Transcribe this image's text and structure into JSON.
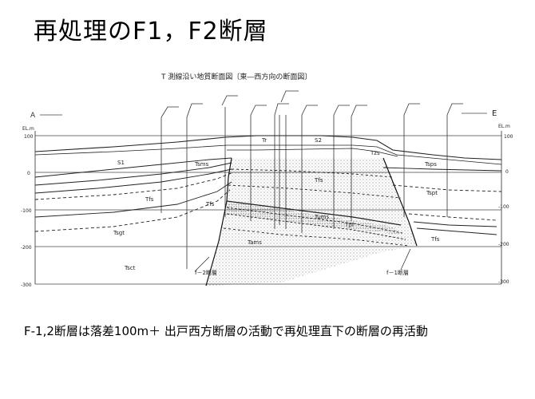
{
  "slide": {
    "title": "再処理のF1，F2断層",
    "caption": "F-1,2断層は落差100m＋  出戸西方断層の活動で再処理直下の断層の再活動"
  },
  "section": {
    "heading": "T 測線沿い地質断面図〔東―西方向の断面図〕",
    "end_left": "A",
    "end_right": "E",
    "axis_unit_left": "EL.m",
    "axis_unit_right": "EL.m",
    "left_ticks": [
      "100",
      "0",
      "-100",
      "-200",
      "-300"
    ],
    "right_ticks": [
      "100",
      "0",
      "-100",
      "-200",
      "-300"
    ],
    "unit_labels": {
      "s1": "S1",
      "s2": "S2",
      "tr": "Tr",
      "tsms": "Tsms",
      "tsps": "Tsps",
      "tfs": "Tfs",
      "tsgt": "Tsgt",
      "tspt": "Tspt",
      "tsct": "Tsct",
      "tfs_center": "Tfs",
      "tums": "Tums",
      "tams": "Tams",
      "tfs_right": "Tfs",
      "tzs": "Tzs",
      "tfs_left": "Tfs",
      "tpf": "Tpf"
    },
    "fault_labels": {
      "f2": "f－2断層",
      "f1": "f－1断層"
    }
  }
}
